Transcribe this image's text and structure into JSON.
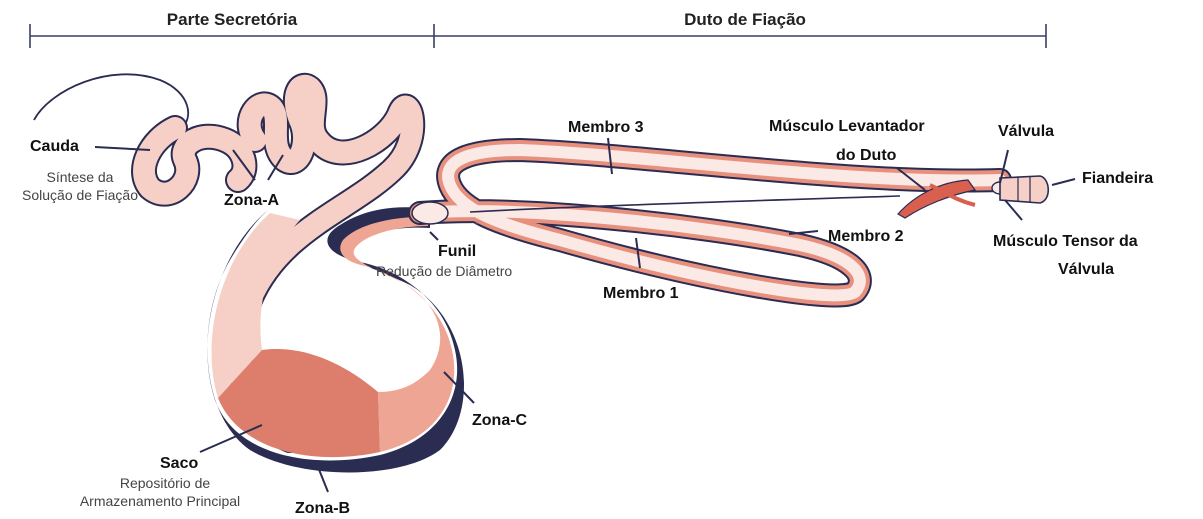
{
  "header": {
    "secretory_part": "Parte Secretória",
    "spinning_duct": "Duto de Fiação"
  },
  "labels": {
    "cauda": "Cauda",
    "cauda_desc_1": "Síntese da",
    "cauda_desc_2": "Solução de Fiação",
    "zona_a": "Zona-A",
    "zona_b": "Zona-B",
    "zona_c": "Zona-C",
    "saco": "Saco",
    "saco_desc_1": "Repositório de",
    "saco_desc_2": "Armazenamento Principal",
    "funil": "Funil",
    "funil_desc": "Redução de Diâmetro",
    "membro_1": "Membro 1",
    "membro_2": "Membro 2",
    "membro_3": "Membro 3",
    "musculo_levantador_1": "Músculo Levantador",
    "musculo_levantador_2": "do Duto",
    "valvula": "Válvula",
    "fiandeira": "Fiandeira",
    "musculo_tensor_1": "Músculo Tensor da",
    "musculo_tensor_2": "Válvula"
  },
  "colors": {
    "outline": "#2a2c52",
    "gland_light": "#f6cfc7",
    "gland_mid": "#eea593",
    "gland_dark": "#dd7e6c",
    "duct_inner": "#e8907e",
    "duct_fill": "#fbe9e5",
    "muscle": "#d9604f"
  }
}
